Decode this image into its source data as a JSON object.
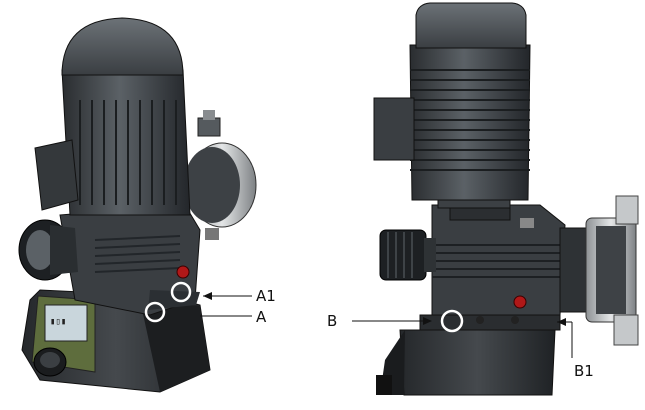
{
  "callouts": {
    "a1": "A1",
    "a": "A",
    "b": "B",
    "b1": "B1"
  },
  "colors": {
    "body_dark": "#2f3336",
    "body_mid": "#4a4f53",
    "highlight": "#6a7075",
    "display_green": "#5e6d3d",
    "screen": "#c9d6dc",
    "knob_red": "#b01818",
    "chrome": "#c8cbcd",
    "marker_ring": "#ffffff"
  }
}
